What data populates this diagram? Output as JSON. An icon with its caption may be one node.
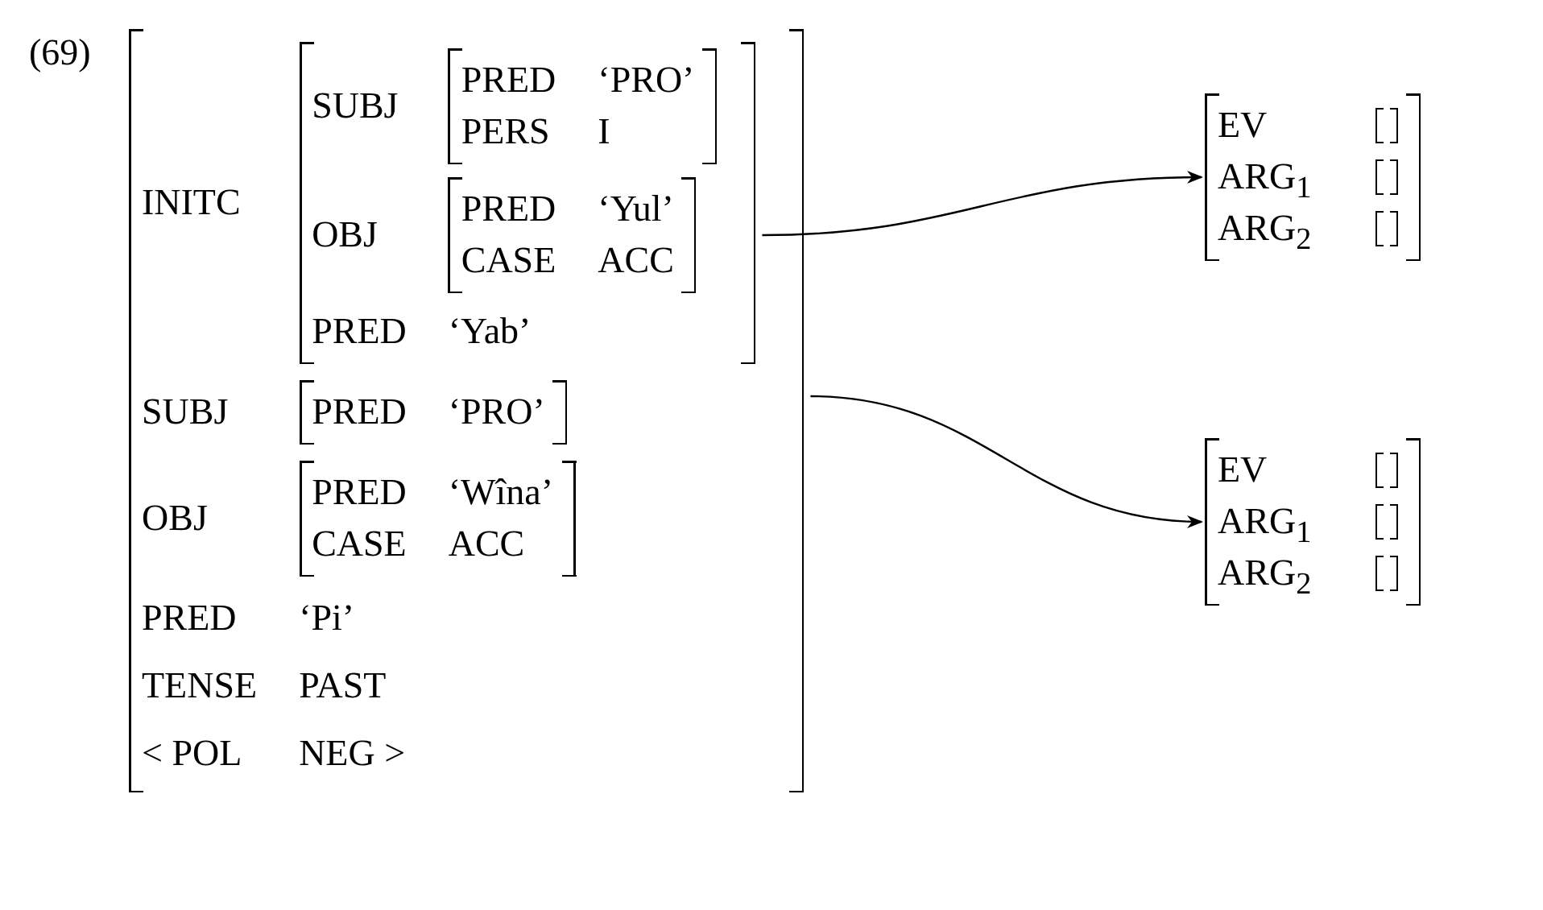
{
  "diagram": {
    "nodes": [
      {
        "text": [
          "INITC",
          "SUBJ",
          "OBJ",
          "PRED",
          "‘Pi’",
          "TENSE",
          "PAST",
          "< POL",
          "NEG >"
        ]
      },
      {
        "text": [
          "SUBJ",
          "OBJ",
          "PRED",
          "‘Yab’"
        ],
        "in": 0
      },
      {
        "text": [
          "PRED",
          "‘PRO’",
          "PERS",
          "I"
        ],
        "in": 1
      },
      {
        "text": [
          "PRED",
          "‘Yul’",
          "CASE",
          "ACC"
        ],
        "in": 1
      },
      {
        "text": [
          "PRED",
          "‘PRO’"
        ],
        "in": 0
      },
      {
        "text": [
          "PRED",
          "‘Wîna’",
          "CASE",
          "ACC"
        ],
        "in": 0
      },
      {
        "text": [
          "EV",
          "ARG$_{1}$",
          "ARG$_{2}$"
        ]
      },
      {
        "text": [],
        "shape": "bracket",
        "in": 6
      },
      {
        "text": [],
        "shape": "bracket",
        "in": 6
      },
      {
        "text": [],
        "shape": "bracket",
        "in": 6
      },
      {
        "text": [
          "EV",
          "ARG$_{1}$",
          "ARG$_{2}$"
        ]
      },
      {
        "text": [],
        "shape": "bracket",
        "in": 10
      },
      {
        "text": [],
        "shape": "bracket",
        "in": 10
      },
      {
        "text": [],
        "shape": "bracket",
        "in": 10
      }
    ],
    "edges": [
      {
        "from": 1,
        "to": 6,
        "arrow": "to"
      },
      {
        "from": 0,
        "to": 10,
        "arrow": "to"
      }
    ],
    "labels": [
      "(69)"
    ]
  }
}
